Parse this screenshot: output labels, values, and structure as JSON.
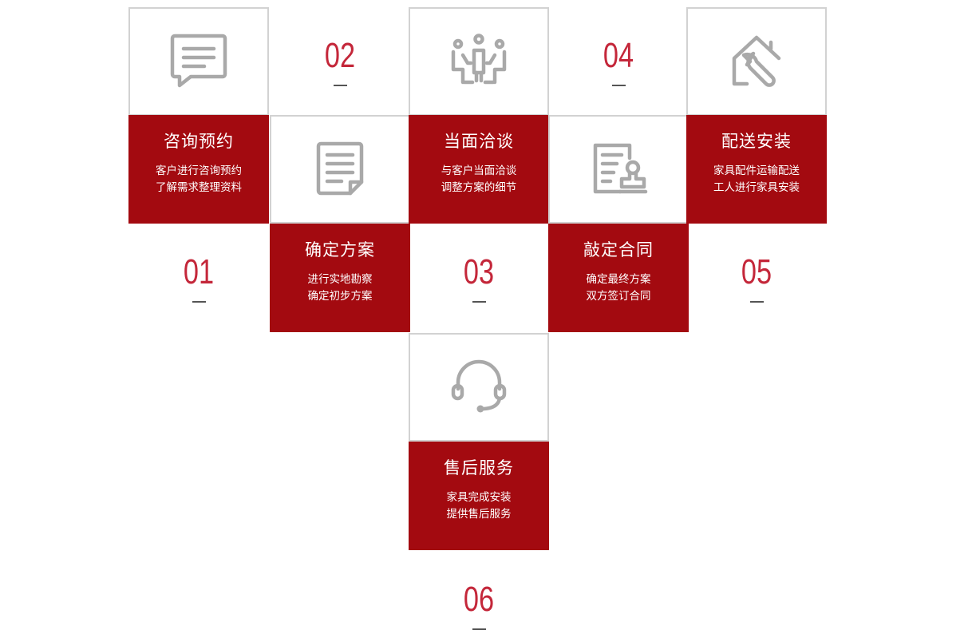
{
  "steps": [
    {
      "num": "01",
      "title": "咨询预约",
      "desc1": "客户进行咨询预约",
      "desc2": "了解需求整理资料",
      "icon": "chat-bubble-icon"
    },
    {
      "num": "02",
      "title": "确定方案",
      "desc1": "进行实地勘察",
      "desc2": "确定初步方案",
      "icon": "document-icon"
    },
    {
      "num": "03",
      "title": "当面洽谈",
      "desc1": "与客户当面洽谈",
      "desc2": "调整方案的细节",
      "icon": "meeting-icon"
    },
    {
      "num": "04",
      "title": "敲定合同",
      "desc1": "确定最终方案",
      "desc2": "双方签订合同",
      "icon": "contract-stamp-icon"
    },
    {
      "num": "05",
      "title": "配送安装",
      "desc1": "家具配件运输配送",
      "desc2": "工人进行家具安装",
      "icon": "house-wrench-icon"
    },
    {
      "num": "06",
      "title": "售后服务",
      "desc1": "家具完成安装",
      "desc2": "提供售后服务",
      "icon": "headset-icon"
    }
  ],
  "colors": {
    "accent": "#a30a10",
    "number": "#c4273a",
    "icon": "#a9a9a9",
    "border": "#d2d2d2"
  }
}
